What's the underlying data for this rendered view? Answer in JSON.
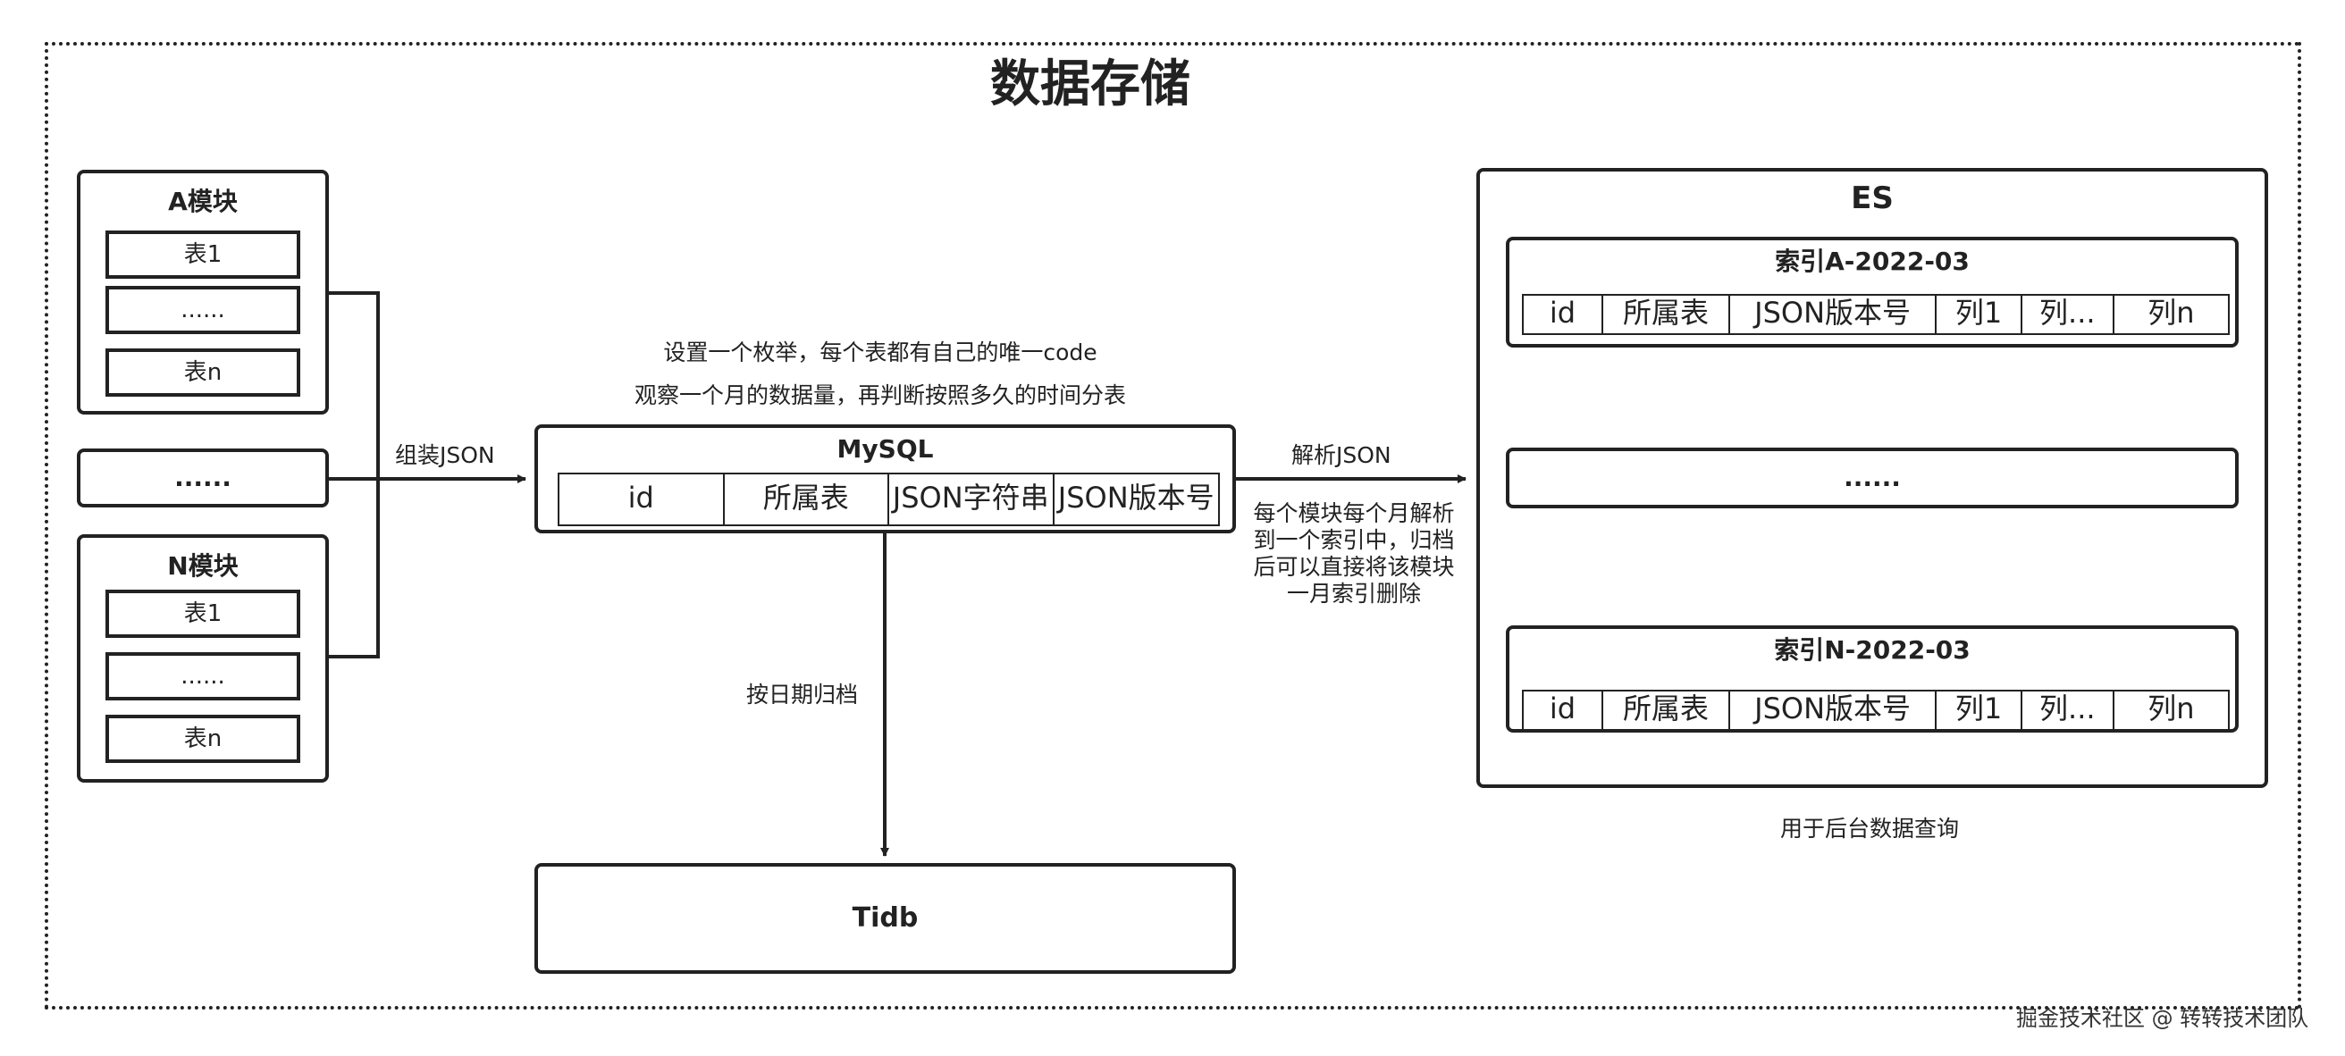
{
  "title": "数据存储",
  "module_a": {
    "title": "A模块",
    "rows": [
      "表1",
      "......",
      "表n"
    ]
  },
  "module_mid": {
    "label": "......"
  },
  "module_n": {
    "title": "N模块",
    "rows": [
      "表1",
      "......",
      "表n"
    ]
  },
  "edge_assemble": "组装JSON",
  "mysql": {
    "note_line1": "设置一个枚举，每个表都有自己的唯一code",
    "note_line2": "观察一个月的数据量，再判断按照多久的时间分表",
    "title": "MySQL",
    "columns": [
      "id",
      "所属表",
      "JSON字符串",
      "JSON版本号"
    ]
  },
  "edge_parse": "解析JSON",
  "edge_parse_note": [
    "每个模块每个月解析",
    "到一个索引中，归档",
    "后可以直接将该模块",
    "一月索引删除"
  ],
  "edge_archive": "按日期归档",
  "tidb": {
    "title": "Tidb"
  },
  "es": {
    "title": "ES",
    "index_a": {
      "title": "索引A-2022-03",
      "columns": [
        "id",
        "所属表",
        "JSON版本号",
        "列1",
        "列...",
        "列n"
      ]
    },
    "mid": "......",
    "index_n": {
      "title": "索引N-2022-03",
      "columns": [
        "id",
        "所属表",
        "JSON版本号",
        "列1",
        "列...",
        "列n"
      ]
    },
    "caption": "用于后台数据查询"
  },
  "watermark": "掘金技术社区 @ 转转技术团队"
}
